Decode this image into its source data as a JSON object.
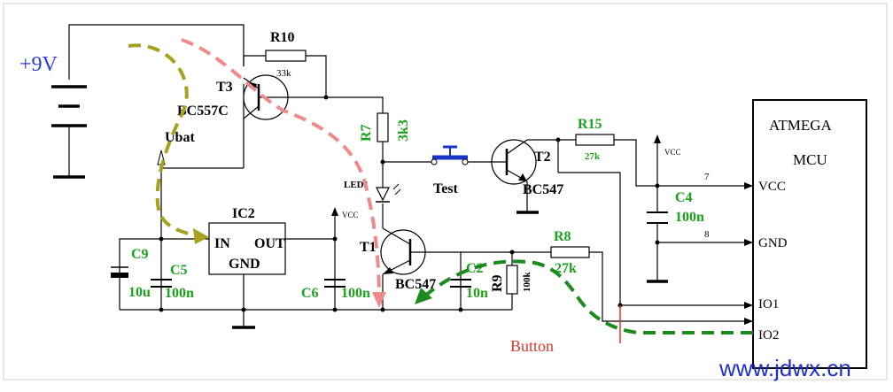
{
  "supply_label": "+9V",
  "node_label_ubat": "Ubat",
  "vcc_label": "VCC",
  "components": {
    "r10": {
      "ref": "R10",
      "value": "33k"
    },
    "t3": {
      "ref": "T3",
      "value": "BC557C"
    },
    "r7": {
      "ref": "R7",
      "value": "3k3"
    },
    "led1": {
      "ref": "LED1"
    },
    "test": {
      "ref": "Test"
    },
    "t2": {
      "ref": "T2",
      "value": "BC547"
    },
    "r15": {
      "ref": "R15",
      "value": "27k"
    },
    "c4": {
      "ref": "C4",
      "value": "100n"
    },
    "ic2": {
      "ref": "IC2",
      "pin_in": "IN",
      "pin_out": "OUT",
      "pin_gnd": "GND"
    },
    "c9": {
      "ref": "C9",
      "value": "10u"
    },
    "c5": {
      "ref": "C5",
      "value": "100n"
    },
    "c6": {
      "ref": "C6",
      "value": "100n"
    },
    "t1": {
      "ref": "T1",
      "value": "BC547"
    },
    "c2": {
      "ref": "C2",
      "value": "10n"
    },
    "r9": {
      "ref": "R9",
      "value": "100k"
    },
    "r8": {
      "ref": "R8",
      "value": "27k"
    }
  },
  "mcu": {
    "title_line1": "ATMEGA",
    "title_line2": "MCU",
    "pins": {
      "vcc": "VCC",
      "gnd": "GND",
      "io1": "IO1",
      "io2": "IO2"
    },
    "pin_numbers": {
      "vcc": "7",
      "gnd": "8"
    }
  },
  "annotation_button": "Button",
  "watermark": "www.jdwx.cn",
  "colors": {
    "wire": "#000000",
    "label_green": "#1aa21a",
    "supply_blue": "#2c3ed8",
    "button_red": "#e8322a",
    "test_switch_blue": "#1a34c8",
    "path_olive": "#a8a020",
    "path_pink": "#f08a8a",
    "path_green": "#1d8a1d",
    "watermark_blue": "#2030d0"
  }
}
